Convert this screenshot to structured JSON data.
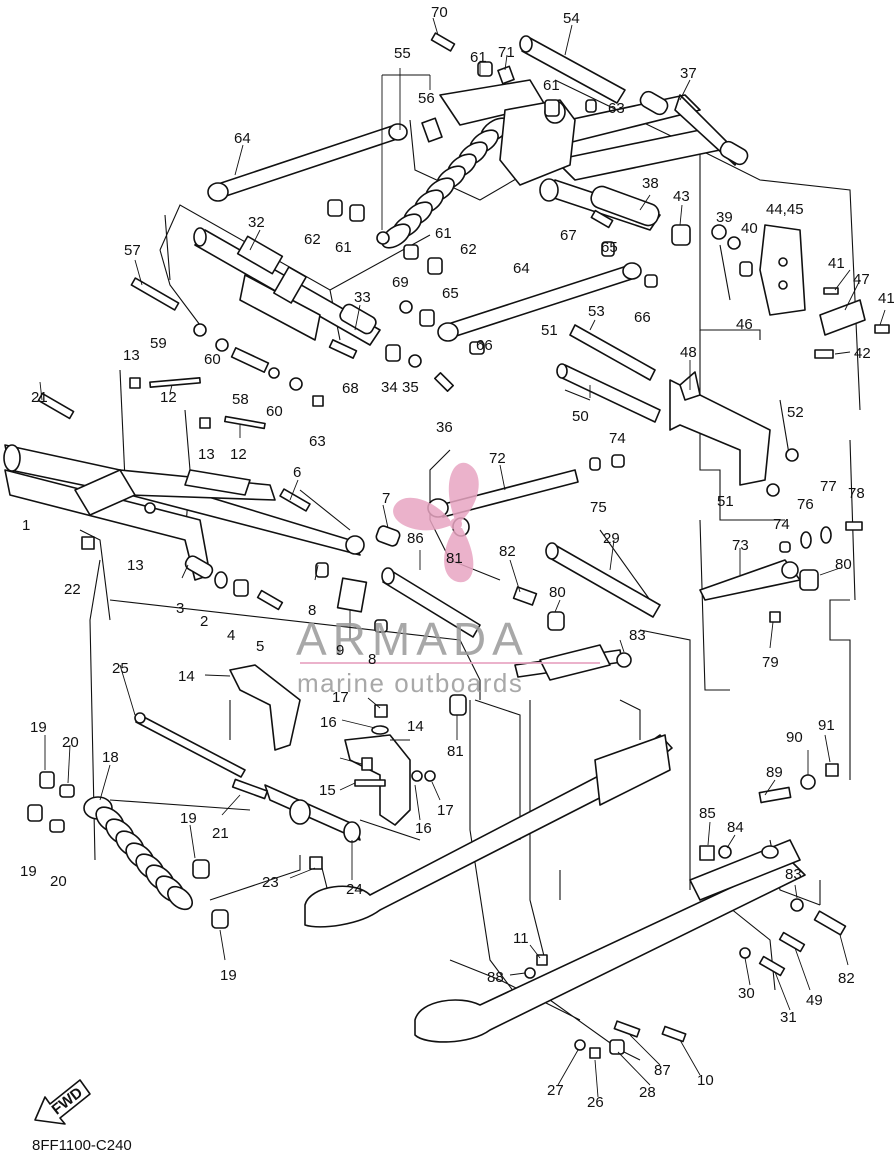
{
  "diagram_code": "8FF1100-C240",
  "fwd_label": "FWD",
  "watermark": {
    "brand": "ARMADA",
    "tagline": "marine outboards",
    "accent_color": "#e8a5c2",
    "text_color": "#9a9a9a"
  },
  "callouts": [
    "1",
    "2",
    "3",
    "4",
    "5",
    "6",
    "7",
    "8",
    "8",
    "9",
    "10",
    "11",
    "12",
    "12",
    "13",
    "13",
    "13",
    "14",
    "14",
    "15",
    "16",
    "16",
    "17",
    "17",
    "18",
    "19",
    "19",
    "19",
    "19",
    "20",
    "20",
    "21",
    "21",
    "22",
    "23",
    "24",
    "25",
    "26",
    "27",
    "28",
    "29",
    "30",
    "31",
    "32",
    "33",
    "34",
    "35",
    "36",
    "37",
    "38",
    "39",
    "40",
    "41",
    "41",
    "42",
    "43",
    "44,45",
    "46",
    "47",
    "48",
    "49",
    "50",
    "51",
    "51",
    "52",
    "53",
    "54",
    "55",
    "56",
    "57",
    "58",
    "59",
    "60",
    "60",
    "61",
    "61",
    "61",
    "61",
    "62",
    "62",
    "63",
    "63",
    "64",
    "64",
    "65",
    "65",
    "66",
    "66",
    "67",
    "68",
    "69",
    "70",
    "71",
    "72",
    "73",
    "74",
    "74",
    "75",
    "76",
    "77",
    "78",
    "79",
    "80",
    "80",
    "81",
    "81",
    "82",
    "82",
    "83",
    "83",
    "84",
    "85",
    "86",
    "87",
    "88",
    "89",
    "90",
    "91"
  ]
}
